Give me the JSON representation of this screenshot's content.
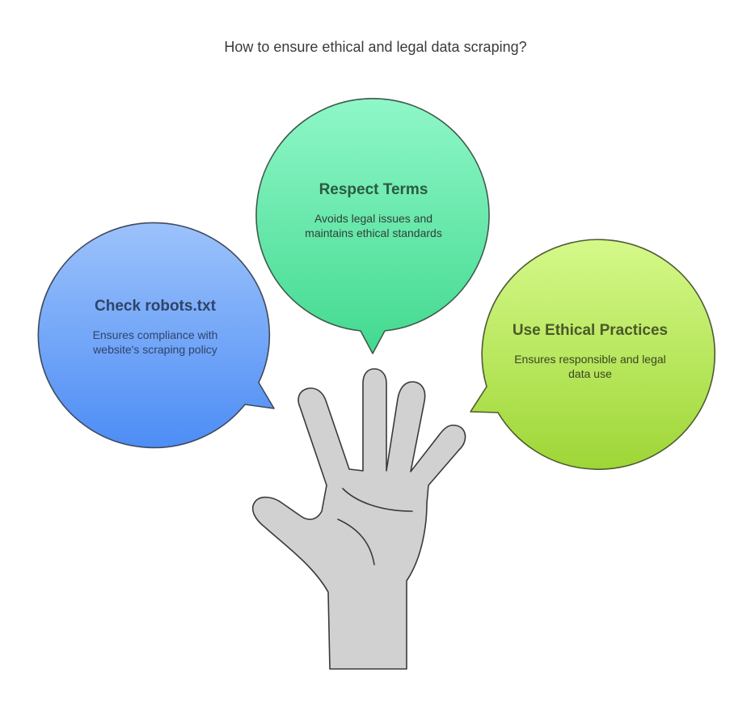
{
  "title": "How to ensure ethical and legal data scraping?",
  "bubbles": {
    "robots": {
      "title": "Check robots.txt",
      "description": "Ensures compliance with website's scraping policy",
      "color_top": "#9cc2fb",
      "color_bottom": "#4d8df5"
    },
    "terms": {
      "title": "Respect Terms",
      "description": "Avoids legal issues and maintains ethical standards",
      "color_top": "#8ff7c8",
      "color_bottom": "#42d98f"
    },
    "ethical": {
      "title": "Use Ethical Practices",
      "description": "Ensures responsible and legal data use",
      "color_top": "#d5f98a",
      "color_bottom": "#9ed636"
    }
  },
  "hand": {
    "icon": "open-hand-icon",
    "color": "#d1d1d1",
    "outline": "#3a3a3a"
  }
}
